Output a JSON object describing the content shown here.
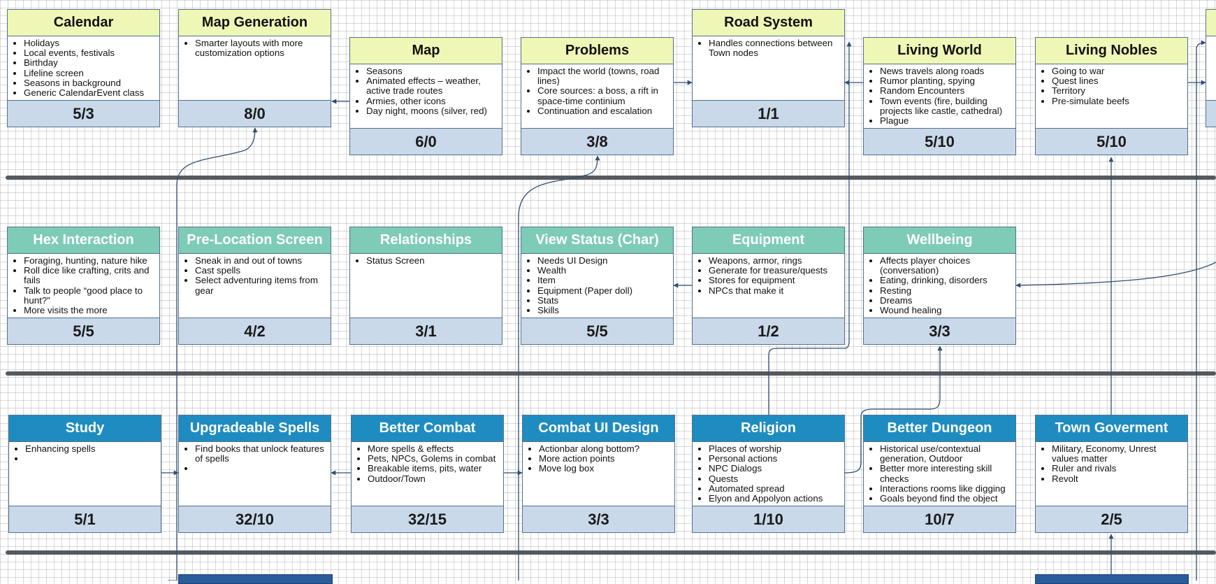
{
  "colors": {
    "row1_header": "#eef7b5",
    "row2_header": "#7ecbb8",
    "row3_header": "#1f8cc1",
    "footer": "#c9d9ea",
    "border": "#54708a",
    "connector": "#2f4f73",
    "divider": "#555a5e"
  },
  "rows": [
    {
      "id": "row1",
      "cards": [
        {
          "title": "Calendar",
          "items": [
            "Holidays",
            "Local events, festivals",
            "Birthday",
            "Lifeline screen",
            "Seasons in background",
            "Generic CalendarEvent class"
          ],
          "count": "5/3"
        },
        {
          "title": "Map Generation",
          "items": [
            "Smarter layouts with more customization options"
          ],
          "count": "8/0"
        },
        {
          "title": "Map",
          "items": [
            "Seasons",
            "Animated effects – weather, active trade routes",
            "Armies, other icons",
            "Day night, moons (silver, red)"
          ],
          "count": "6/0"
        },
        {
          "title": "Problems",
          "items": [
            "Impact the world (towns, road lines)",
            "Core sources: a boss, a rift in space-time continium",
            "Continuation and escalation"
          ],
          "count": "3/8"
        },
        {
          "title": "Road System",
          "items": [
            "Handles connections between Town nodes"
          ],
          "count": "1/1"
        },
        {
          "title": "Living World",
          "items": [
            "News travels along roads",
            "Rumor planting, spying",
            "Random Encounters",
            "Town events (fire, building projects like castle, cathedral)",
            "Plague"
          ],
          "count": "5/10"
        },
        {
          "title": "Living Nobles",
          "items": [
            "Going to war",
            "Quest lines",
            "Territory",
            "Pre-simulate beefs"
          ],
          "count": "5/10"
        }
      ]
    },
    {
      "id": "row2",
      "cards": [
        {
          "title": "Hex Interaction",
          "items": [
            "Foraging, hunting, nature hike",
            "Roll dice like crafting, crits and fails",
            "Talk to people “good place to hunt?”",
            "More visits the more"
          ],
          "count": "5/5"
        },
        {
          "title": "Pre-Location Screen",
          "items": [
            "Sneak in and out of towns",
            "Cast spells",
            "Select adventuring items from gear"
          ],
          "count": "4/2"
        },
        {
          "title": "Relationships",
          "items": [
            "Status Screen"
          ],
          "count": "3/1"
        },
        {
          "title": "View Status (Char)",
          "items": [
            "Needs UI Design",
            "Wealth",
            "Item",
            "Equipment (Paper doll)",
            "Stats",
            "Skills"
          ],
          "count": "5/5"
        },
        {
          "title": "Equipment",
          "items": [
            "Weapons, armor, rings",
            "Generate for treasure/quests",
            "Stores for equipment",
            "NPCs that make it"
          ],
          "count": "1/2"
        },
        {
          "title": "Wellbeing",
          "items": [
            "Affects player choices (conversation)",
            "Eating, drinking, disorders",
            "Resting",
            "Dreams",
            "Wound healing"
          ],
          "count": "3/3"
        }
      ]
    },
    {
      "id": "row3",
      "cards": [
        {
          "title": "Study",
          "items": [
            "Enhancing spells",
            ""
          ],
          "count": "5/1"
        },
        {
          "title": "Upgradeable Spells",
          "items": [
            "Find books that unlock features of spells",
            ""
          ],
          "count": "32/10"
        },
        {
          "title": "Better Combat",
          "items": [
            "More spells & effects",
            "Pets, NPCs, Golems in combat",
            "Breakable items, pits, water",
            "Outdoor/Town"
          ],
          "count": "32/15"
        },
        {
          "title": "Combat UI Design",
          "items": [
            "Actionbar along bottom?",
            "More action points",
            "Move log box"
          ],
          "count": "3/3"
        },
        {
          "title": "Religion",
          "items": [
            "Places of worship",
            "Personal actions",
            "NPC Dialogs",
            "Quests",
            "Automated spread",
            "Elyon and Appolyon actions"
          ],
          "count": "1/10"
        },
        {
          "title": "Better Dungeon",
          "items": [
            "Historical use/contextual generation, Outdoor",
            "Better more interesting skill checks",
            "Interactions rooms like digging",
            "Goals beyond find the object"
          ],
          "count": "10/7"
        },
        {
          "title": "Town Goverment",
          "items": [
            "Military, Economy, Unrest values matter",
            "Ruler and rivals",
            "Revolt"
          ],
          "count": "2/5"
        }
      ]
    }
  ]
}
